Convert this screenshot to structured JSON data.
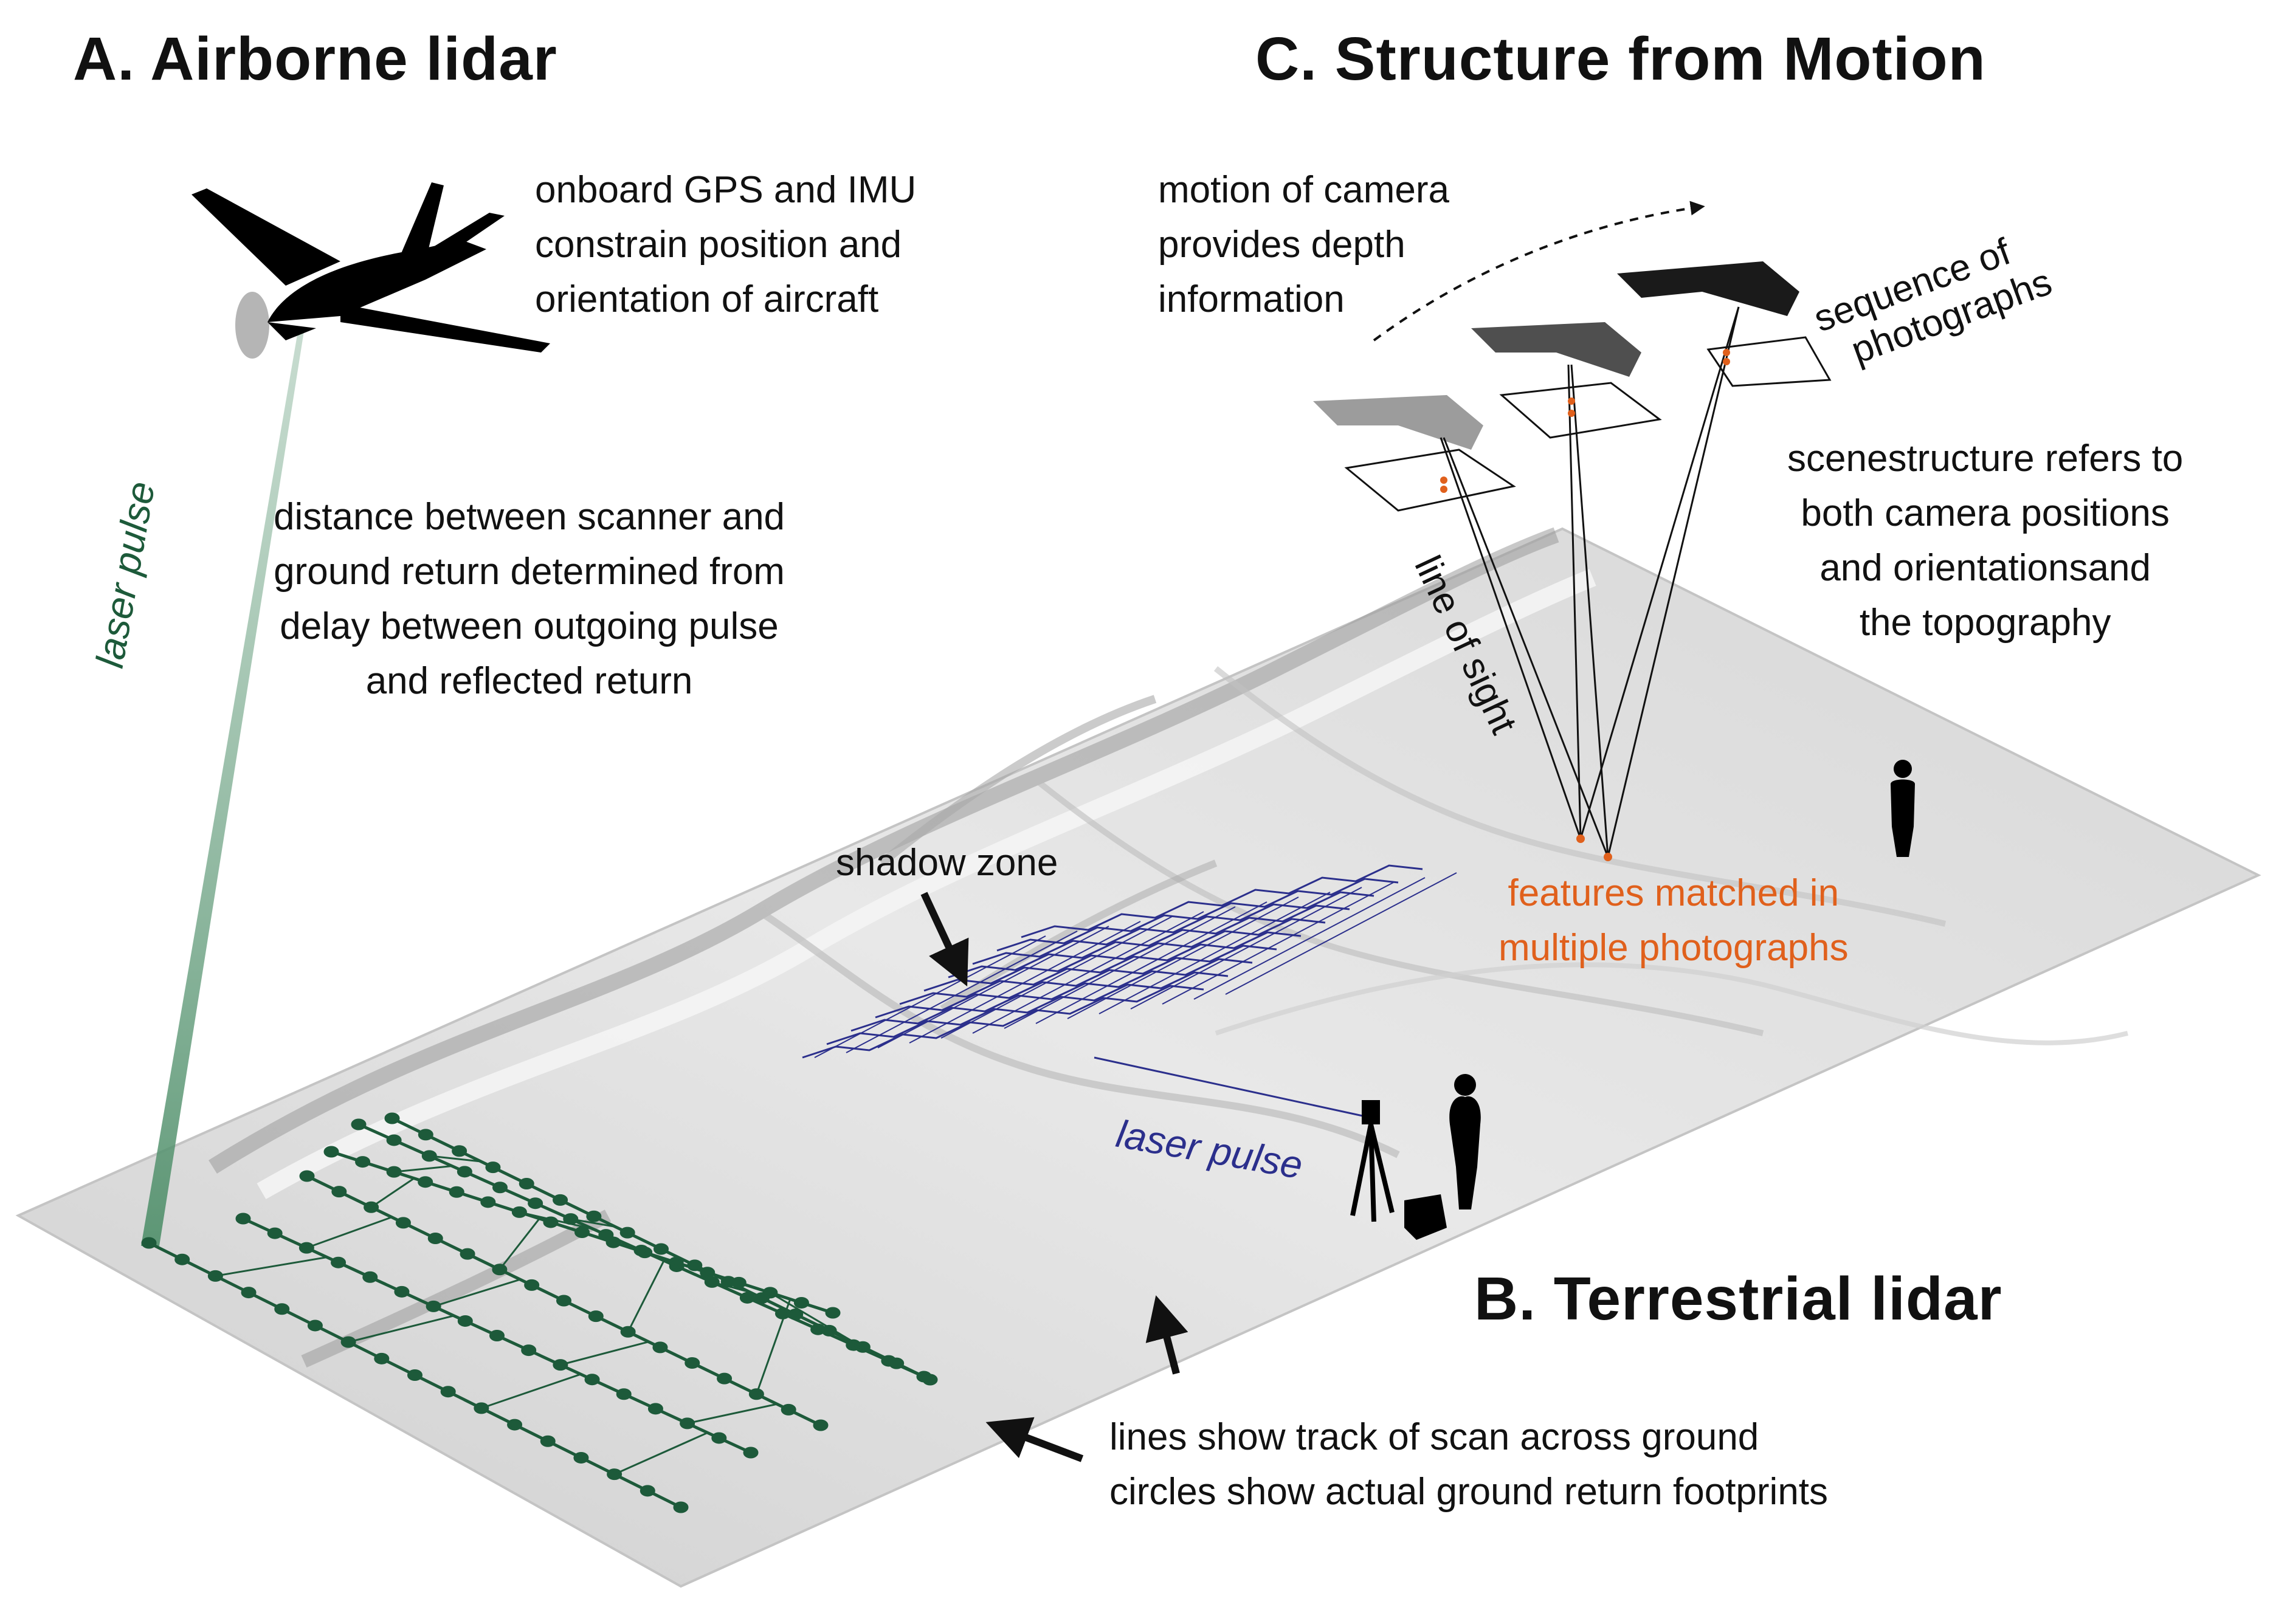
{
  "headings": {
    "airborne": "A. Airborne lidar",
    "sfm": "C. Structure from Motion",
    "terrestrial": "B. Terrestrial lidar"
  },
  "annotations": {
    "gps_imu": [
      "onboard GPS and IMU",
      "constrain position and",
      "orientation of aircraft"
    ],
    "distance": [
      "distance between scanner and",
      "ground return determined from",
      "delay between outgoing pulse",
      "and reflected return"
    ],
    "airborne_pulse": "laser pulse",
    "camera_motion": [
      "motion  of camera",
      "provides depth",
      "information"
    ],
    "sequence": [
      "sequence of",
      "photographs"
    ],
    "scene_structure": [
      "scenestructure refers to",
      "both camera positions",
      "and orientationsand",
      "the topography"
    ],
    "line_of_sight": "line of sight",
    "features_matched": [
      "features matched in",
      "multiple photographs"
    ],
    "shadow_zone": "shadow zone",
    "terrestrial_pulse": "laser pulse",
    "scan_tracks": [
      "lines show track of scan across ground",
      "circles show actual ground return footprints"
    ]
  },
  "colors": {
    "airborne_green": "#1d5a3a",
    "terrestrial_blue": "#2b2f8c",
    "features_orange": "#e0601c",
    "terrain": "#dcdcdc"
  }
}
